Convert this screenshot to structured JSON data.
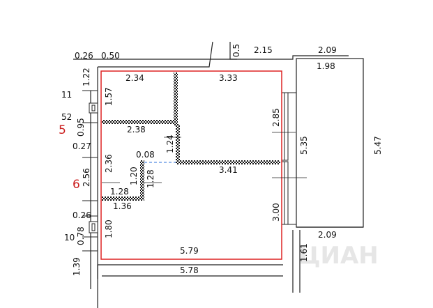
{
  "colors": {
    "line": "#222222",
    "room_outline": "#dd2222",
    "hatch": "#111111",
    "door_dash": "#2a6fdb",
    "red_label": "#cc2222",
    "watermark": "#e6e6e6"
  },
  "watermark_text": "ЦИАН",
  "labels": {
    "top_0_260": "0.26",
    "top_0_50": "0.50",
    "top_0_5": "0.5",
    "top_2_15": "2.15",
    "top_2_09": "2.09",
    "balcony_1_98": "1.98",
    "balcony_5_47": "5.47",
    "balcony_2_09": "2.09",
    "left_1_22": "1.22",
    "left_11": "11",
    "left_52": "52",
    "left_0_95": "0.95",
    "left_0_27": "0.27",
    "left_2_56": "2.56",
    "left_0_26": "0.26",
    "left_10": "10",
    "left_0_78": "0.78",
    "left_1_39": "1.39",
    "room_2_34": "2.34",
    "room_3_33": "3.33",
    "room_1_57": "1.57",
    "room_2_38": "2.38",
    "room_1_24": "1.24",
    "room_2_85": "2.85",
    "room_5_35": "5.35",
    "room_2_36": "2.36",
    "room_0_08": "0.08",
    "room_3_41": "3.41",
    "room_1_20": "1.20",
    "room_1_28_v": "1.28",
    "room_1_28_h": "1.28",
    "room_1_36": "1.36",
    "room_3_00": "3.00",
    "room_1_80": "1.80",
    "room_5_79": "5.79",
    "right_1_61": "1.61",
    "bottom_5_78": "5.78",
    "red_5": "5",
    "red_6": "6"
  }
}
